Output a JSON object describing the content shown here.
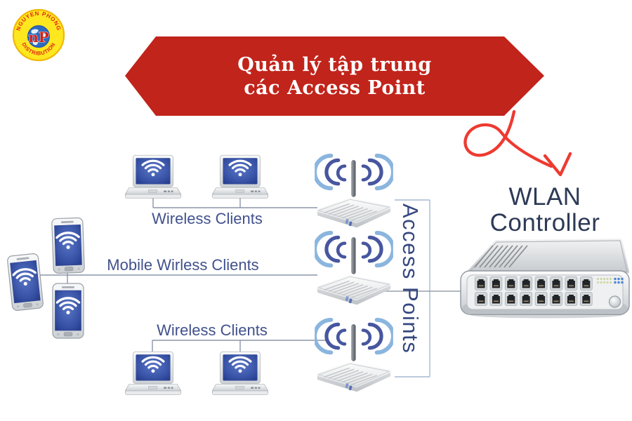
{
  "logo": {
    "arc_top": "NGUYEN PHONG",
    "arc_bottom": "DISTRIBUTION",
    "monogram": "nP"
  },
  "banner": {
    "line1": "Quản lý tập trung",
    "line2": "các Access Point"
  },
  "diagram": {
    "wireless_clients_top": "Wireless Clients",
    "mobile_wireless_clients": "Mobile Wirless Clients",
    "wireless_clients_bottom": "Wireless Clients",
    "access_points": "Access Points",
    "controller_line1": "WLAN",
    "controller_line2": "Controller"
  },
  "colors": {
    "banner_red": "#c1241b",
    "arrow_red": "#ee3a31",
    "label_blue": "#41518c",
    "controller_text_navy": "#2d3a56",
    "wifi_wave_dark_blue": "#47569f",
    "wifi_wave_light_blue": "#8ab5de",
    "device_screen_blue": "#3a55a8",
    "logo_yellow": "#ffe71f",
    "logo_red": "#e02318"
  }
}
